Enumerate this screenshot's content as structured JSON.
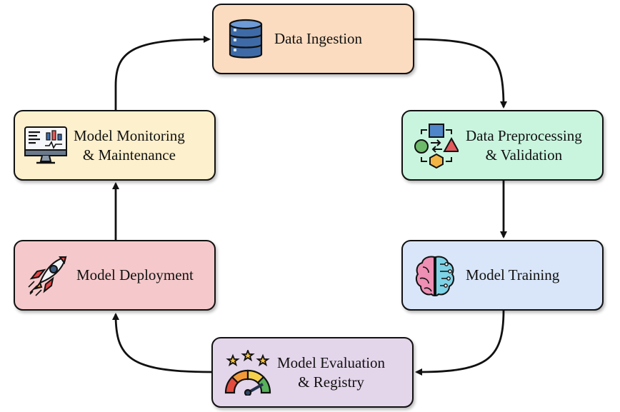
{
  "nodes": {
    "ingestion": {
      "lines": [
        "Data Ingestion"
      ],
      "color": "#FCDCC0",
      "icon": "database-icon"
    },
    "preprocessing": {
      "lines": [
        "Data Preprocessing",
        "& Validation"
      ],
      "color": "#C9F5DF",
      "icon": "shapes-flow-icon"
    },
    "training": {
      "lines": [
        "Model Training"
      ],
      "color": "#D9E6F9",
      "icon": "brain-circuit-icon"
    },
    "evaluation": {
      "lines": [
        "Model Evaluation",
        "& Registry"
      ],
      "color": "#E3D5EA",
      "icon": "gauge-stars-icon"
    },
    "deployment": {
      "lines": [
        "Model Deployment"
      ],
      "color": "#F5C9CB",
      "icon": "rocket-icon"
    },
    "monitoring": {
      "lines": [
        "Model Monitoring",
        "& Maintenance"
      ],
      "color": "#FDF0CC",
      "icon": "monitor-dashboard-icon"
    }
  },
  "edges": [
    {
      "from": "ingestion",
      "to": "preprocessing"
    },
    {
      "from": "preprocessing",
      "to": "training"
    },
    {
      "from": "training",
      "to": "evaluation"
    },
    {
      "from": "evaluation",
      "to": "deployment"
    },
    {
      "from": "deployment",
      "to": "monitoring"
    },
    {
      "from": "monitoring",
      "to": "ingestion"
    }
  ],
  "edge_color": "#111111"
}
